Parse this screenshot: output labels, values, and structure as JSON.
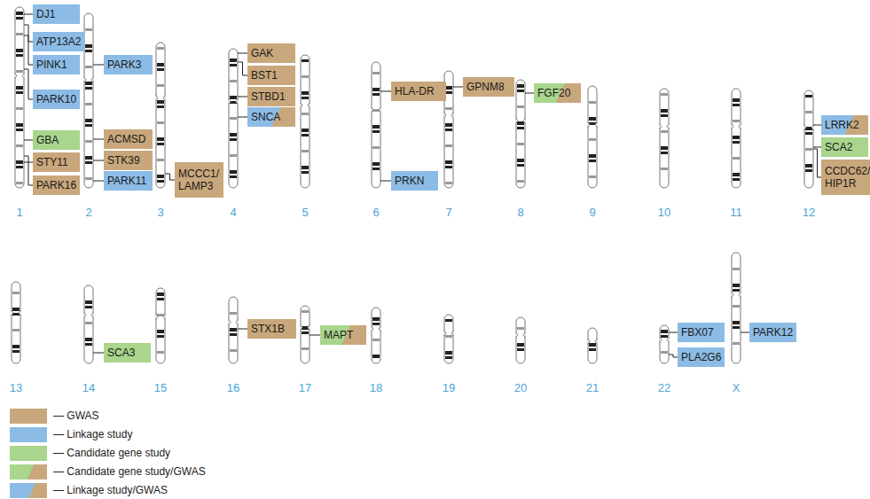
{
  "diagram": {
    "nodes": [
      {
        "text": [
          "DJ1"
        ]
      },
      {
        "text": [
          "ATP13A2"
        ]
      },
      {
        "text": [
          "PINK1"
        ]
      },
      {
        "text": [
          "PARK10"
        ]
      },
      {
        "text": [
          "GBA"
        ]
      },
      {
        "text": [
          "STY11"
        ]
      },
      {
        "text": [
          "PARK16"
        ]
      },
      {
        "text": [
          "PARK3"
        ]
      },
      {
        "text": [
          "ACMSD"
        ]
      },
      {
        "text": [
          "STK39"
        ]
      },
      {
        "text": [
          "PARK11"
        ]
      },
      {
        "text": [
          "MCCC1/ LAMP3"
        ]
      },
      {
        "text": [
          "GAK"
        ]
      },
      {
        "text": [
          "BST1"
        ]
      },
      {
        "text": [
          "STBD1"
        ]
      },
      {
        "text": [
          "SNCA"
        ]
      },
      {
        "text": [
          "HLA-DR"
        ]
      },
      {
        "text": [
          "PRKN"
        ]
      },
      {
        "text": [
          "GPNM8"
        ]
      },
      {
        "text": [
          "FGF20"
        ]
      },
      {
        "text": [
          "LRRK2"
        ]
      },
      {
        "text": [
          "SCA2"
        ]
      },
      {
        "text": [
          "CCDC62/ HIP1R"
        ]
      },
      {
        "text": [
          "SCA3"
        ]
      },
      {
        "text": [
          "STX1B"
        ]
      },
      {
        "text": [
          "MAPT"
        ]
      },
      {
        "text": [
          "FBX07"
        ]
      },
      {
        "text": [
          "PLA2G6"
        ]
      },
      {
        "text": [
          "PARK12"
        ]
      }
    ],
    "labels": [
      "1",
      "2",
      "3",
      "4",
      "5",
      "6",
      "7",
      "8",
      "9",
      "10",
      "11",
      "12",
      "13",
      "14",
      "15",
      "16",
      "17",
      "18",
      "19",
      "20",
      "21",
      "22",
      "X"
    ],
    "legend": [
      {
        "text": "— GWAS",
        "color": "#c9a77c"
      },
      {
        "text": "— Linkage study",
        "color": "#8cbce6"
      },
      {
        "text": "— Candidate gene study",
        "color": "#a9d58d"
      },
      {
        "text": "— Candidate gene study/GWAS"
      },
      {
        "text": "— Linkage study/GWAS"
      }
    ]
  }
}
